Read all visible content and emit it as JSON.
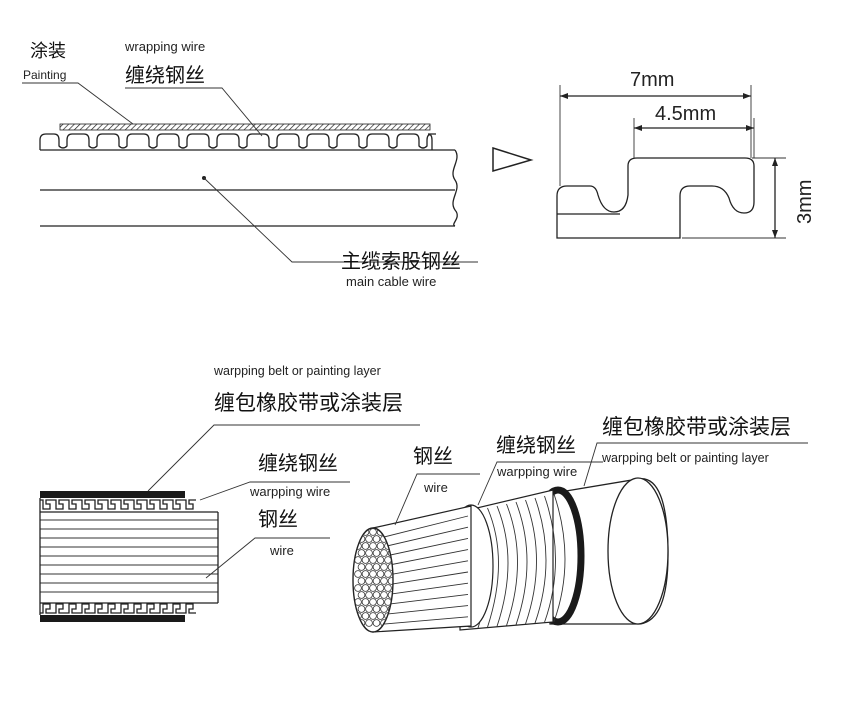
{
  "top_diagram": {
    "painting_zh": "涂装",
    "painting_en": "Painting",
    "wrapping_en": "wrapping wire",
    "wrapping_zh": "缠绕钢丝",
    "main_zh": "主缆索股钢丝",
    "main_en": "main cable wire",
    "dim_width": "7mm",
    "dim_inner": "4.5mm",
    "dim_height": "3mm"
  },
  "bottom_diagram": {
    "belt_en": "warpping belt or painting layer",
    "belt_zh": "缠包橡胶带或涂装层",
    "wrap_zh": "缠绕钢丝",
    "wrap_en": "warpping wire",
    "wire_zh": "钢丝",
    "wire_en": "wire",
    "c_wire_zh": "钢丝",
    "c_wire_en": "wire",
    "c_wrap_zh": "缠绕钢丝",
    "c_wrap_en": "warpping wire",
    "c_belt_zh": "缠包橡胶带或涂装层",
    "c_belt_en": "warpping belt or painting layer"
  },
  "colors": {
    "ink": "#1a1a1a",
    "background": "#ffffff"
  }
}
